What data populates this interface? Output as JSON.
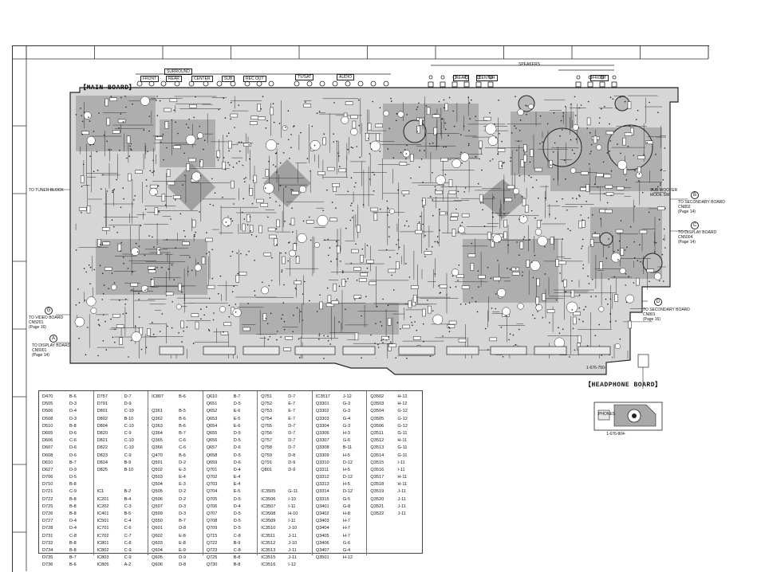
{
  "boards": {
    "main_title": "【MAIN BOARD】",
    "headphone_title": "【HEADPHONE BOARD】",
    "main_part_no": "1-676-750-",
    "headphone_part_no": "1-676-804-"
  },
  "connectors": {
    "front": "FRONT",
    "surround": "SURROUND",
    "rear": "REAR",
    "center": "CENTER",
    "sub": "SUB",
    "rec_out": "REC OUT",
    "tv_sat": "TV/SAT",
    "audio": "AUDIO",
    "speakers": "SPEAKERS",
    "center_sp": "CENTER",
    "rear_sp": "REAR",
    "front_sp": "FRONT",
    "headphones": "PHONES"
  },
  "annotations": {
    "to_tuner": "TO TUNER BLOCK",
    "to_secondary_b": "TO SECONDARY BOARD\nCN802\n(Page 14)",
    "to_display_c": "TO DISPLAY BOARD\nCN5004\n(Page 14)",
    "to_secondary_d": "TO SECONDARY BOARD\nCN801\n(Page 16)",
    "to_video_g": "TO VIDEO BOARD\nCN5201\n(Page 16)",
    "to_display_a": "TO DISPLAY BOARD\nCN5001\n(Page 14)",
    "callout_b": "B",
    "callout_c": "C",
    "callout_d": "D",
    "callout_g": "G",
    "callout_a": "A",
    "mode_switch": "SUB WOOFER\nMODE SW"
  },
  "location_table": [
    [
      [
        "D470",
        "B-6"
      ],
      [
        "D505",
        "D-3"
      ],
      [
        "D506",
        "D-4"
      ],
      [
        "D508",
        "D-3"
      ],
      [
        "D510",
        "B-8"
      ],
      [
        "D605",
        "D-6"
      ],
      [
        "D606",
        "C-6"
      ],
      [
        "D607",
        "D-6"
      ],
      [
        "D608",
        "D-6"
      ],
      [
        "D610",
        "B-7"
      ],
      [
        "D627",
        "D-9"
      ],
      [
        "D706",
        "D-5"
      ],
      [
        "D710",
        "B-8"
      ],
      [
        "D721",
        "C-9"
      ],
      [
        "D722",
        "B-8"
      ],
      [
        "D725",
        "B-8"
      ],
      [
        "D726",
        "B-8"
      ],
      [
        "D727",
        "D-4"
      ],
      [
        "D728",
        "D-4"
      ],
      [
        "D731",
        "C-8"
      ],
      [
        "D732",
        "B-8"
      ],
      [
        "D734",
        "B-8"
      ],
      [
        "D735",
        "B-7"
      ],
      [
        "D736",
        "B-6"
      ]
    ],
    [
      [
        "D757",
        "D-7"
      ],
      [
        "D791",
        "D-9"
      ],
      [
        "D801",
        "C-10"
      ],
      [
        "D802",
        "B-10"
      ],
      [
        "D804",
        "C-10"
      ],
      [
        "D820",
        "C-9"
      ],
      [
        "D821",
        "C-10"
      ],
      [
        "D822",
        "C-10"
      ],
      [
        "D823",
        "C-9"
      ],
      [
        "D824",
        "B-9"
      ],
      [
        "D825",
        "B-10"
      ],
      [
        "",
        ""
      ],
      [
        "",
        ""
      ],
      [
        "IC1",
        "B-2"
      ],
      [
        "IC201",
        "B-4"
      ],
      [
        "IC202",
        "C-3"
      ],
      [
        "IC401",
        "B-5"
      ],
      [
        "IC501",
        "C-4"
      ],
      [
        "IC701",
        "C-6"
      ],
      [
        "IC702",
        "C-7"
      ],
      [
        "IC801",
        "C-8"
      ],
      [
        "IC802",
        "C-9"
      ],
      [
        "IC803",
        "C-9"
      ],
      [
        "IC805",
        "A-2"
      ]
    ],
    [
      [
        "IC807",
        "B-6"
      ],
      [
        "",
        ""
      ],
      [
        "Q361",
        "B-5"
      ],
      [
        "Q362",
        "B-6"
      ],
      [
        "Q363",
        "B-6"
      ],
      [
        "Q364",
        "B-7"
      ],
      [
        "Q365",
        "C-6"
      ],
      [
        "Q366",
        "C-6"
      ],
      [
        "Q470",
        "B-6"
      ],
      [
        "Q501",
        "D-2"
      ],
      [
        "Q502",
        "E-3"
      ],
      [
        "Q503",
        "E-4"
      ],
      [
        "Q504",
        "E-3"
      ],
      [
        "Q505",
        "D-2"
      ],
      [
        "Q506",
        "D-2"
      ],
      [
        "Q507",
        "D-3"
      ],
      [
        "Q509",
        "D-3"
      ],
      [
        "Q550",
        "B-7"
      ],
      [
        "Q601",
        "D-8"
      ],
      [
        "Q602",
        "E-8"
      ],
      [
        "Q603",
        "E-8"
      ],
      [
        "Q604",
        "E-9"
      ],
      [
        "Q605",
        "D-9"
      ],
      [
        "Q606",
        "D-8"
      ]
    ],
    [
      [
        "Q610",
        "B-7"
      ],
      [
        "Q651",
        "D-5"
      ],
      [
        "Q652",
        "E-6"
      ],
      [
        "Q653",
        "E-5"
      ],
      [
        "Q654",
        "E-6"
      ],
      [
        "Q655",
        "D-5"
      ],
      [
        "Q656",
        "D-5"
      ],
      [
        "Q657",
        "D-6"
      ],
      [
        "Q658",
        "D-5"
      ],
      [
        "Q659",
        "D-6"
      ],
      [
        "Q701",
        "D-4"
      ],
      [
        "Q702",
        "E-4"
      ],
      [
        "Q703",
        "E-4"
      ],
      [
        "Q704",
        "E-5"
      ],
      [
        "Q705",
        "D-5"
      ],
      [
        "Q706",
        "D-4"
      ],
      [
        "Q707",
        "D-5"
      ],
      [
        "Q708",
        "D-5"
      ],
      [
        "Q709",
        "D-5"
      ],
      [
        "Q715",
        "C-8"
      ],
      [
        "Q722",
        "B-9"
      ],
      [
        "Q723",
        "C-8"
      ],
      [
        "Q725",
        "B-8"
      ],
      [
        "Q730",
        "B-8"
      ]
    ],
    [
      [
        "Q751",
        "D-7"
      ],
      [
        "Q752",
        "E-7"
      ],
      [
        "Q753",
        "E-7"
      ],
      [
        "Q754",
        "E-7"
      ],
      [
        "Q755",
        "D-7"
      ],
      [
        "Q756",
        "D-7"
      ],
      [
        "Q757",
        "D-7"
      ],
      [
        "Q758",
        "D-7"
      ],
      [
        "Q759",
        "D-8"
      ],
      [
        "Q791",
        "D-9"
      ],
      [
        "Q801",
        "D-9"
      ],
      [
        "",
        ""
      ],
      [
        "",
        ""
      ],
      [
        "IC3505",
        "G-11"
      ],
      [
        "IC3506",
        "I-10"
      ],
      [
        "IC3507",
        "I-11"
      ],
      [
        "IC3508",
        "H-10"
      ],
      [
        "IC3509",
        "I-11"
      ],
      [
        "IC3510",
        "J-10"
      ],
      [
        "IC3511",
        "J-11"
      ],
      [
        "IC3512",
        "J-10"
      ],
      [
        "IC3513",
        "J-11"
      ],
      [
        "IC3515",
        "J-11"
      ],
      [
        "IC3516",
        "I-12"
      ]
    ],
    [
      [
        "IC3517",
        "J-12"
      ],
      [
        "Q3301",
        "G-3"
      ],
      [
        "Q3302",
        "G-3"
      ],
      [
        "Q3303",
        "G-4"
      ],
      [
        "Q3304",
        "G-3"
      ],
      [
        "Q3306",
        "H-3"
      ],
      [
        "Q3307",
        "G-6"
      ],
      [
        "Q3308",
        "B-11"
      ],
      [
        "Q3309",
        "H-5"
      ],
      [
        "Q3310",
        "D-12"
      ],
      [
        "Q3311",
        "H-5"
      ],
      [
        "Q3312",
        "D-12"
      ],
      [
        "Q3313",
        "H-5"
      ],
      [
        "Q3314",
        "D-12"
      ],
      [
        "Q3315",
        "G-5"
      ],
      [
        "Q3401",
        "G-8"
      ],
      [
        "Q3402",
        "H-8"
      ],
      [
        "Q3403",
        "H-7"
      ],
      [
        "Q3404",
        "H-7"
      ],
      [
        "Q3405",
        "H-7"
      ],
      [
        "Q3406",
        "G-6"
      ],
      [
        "Q3407",
        "G-4"
      ],
      [
        "Q3501",
        "H-12"
      ],
      [
        "",
        ""
      ]
    ],
    [
      [
        "Q3502",
        "H-12"
      ],
      [
        "Q3503",
        "H-12"
      ],
      [
        "Q3504",
        "G-12"
      ],
      [
        "Q3505",
        "G-12"
      ],
      [
        "Q3506",
        "G-12"
      ],
      [
        "Q3511",
        "G-11"
      ],
      [
        "Q3512",
        "H-11"
      ],
      [
        "Q3513",
        "G-11"
      ],
      [
        "Q3514",
        "G-11"
      ],
      [
        "Q3515",
        "I-11"
      ],
      [
        "Q3516",
        "I-11"
      ],
      [
        "Q3517",
        "H-11"
      ],
      [
        "Q3518",
        "H-11"
      ],
      [
        "Q3519",
        "J-11"
      ],
      [
        "Q3520",
        "J-11"
      ],
      [
        "Q3521",
        "J-11"
      ],
      [
        "Q3522",
        "J-11"
      ],
      [
        "",
        ""
      ],
      [
        "",
        ""
      ],
      [
        "",
        ""
      ],
      [
        "",
        ""
      ],
      [
        "",
        ""
      ],
      [
        "",
        ""
      ],
      [
        "",
        ""
      ]
    ]
  ]
}
